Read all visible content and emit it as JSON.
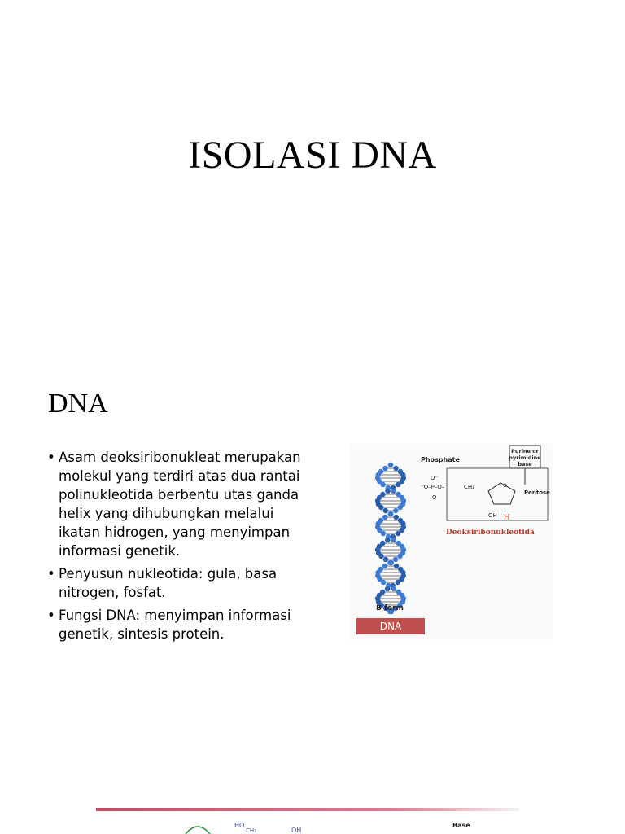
{
  "slide1": {
    "title": "ISOLASI DNA"
  },
  "slide2": {
    "heading": "DNA",
    "bullets": [
      "Asam deoksiribonukleat merupakan molekul yang terdiri atas dua rantai polinukleotida berbentu utas ganda helix yang dihubungkan melalui ikatan hidrogen, yang menyimpan informasi genetik.",
      "Penyusun nukleotida: gula, basa nitrogen, fosfat.",
      "Fungsi DNA: menyimpan informasi genetik, sintesis protein."
    ],
    "figure": {
      "helix_caption": "B form",
      "label": "DNA",
      "label_color": "#c0504d",
      "nucleotide_caption": "Deoksiribonukleotida",
      "phosphate_label": "Phosphate",
      "base_label_line1": "Purine or",
      "base_label_line2": "pyrimidine",
      "base_label_line3": "base",
      "pentose_label": "Pentose",
      "h_label": "H",
      "oh_label": "OH",
      "ch2_label": "CH₂"
    }
  },
  "slide3": {
    "chem_labels": [
      "HO",
      "CH₂",
      "OH",
      "Base"
    ]
  }
}
